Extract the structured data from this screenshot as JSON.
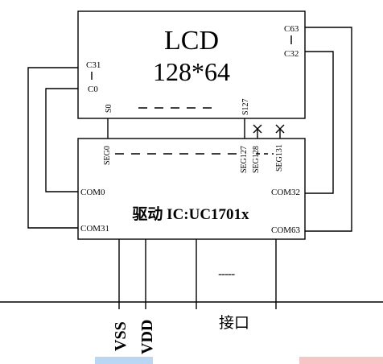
{
  "lcd": {
    "title": "LCD",
    "resolution": "128*64",
    "pin_c31": "C31",
    "pin_c0": "C0",
    "pin_c63": "C63",
    "pin_c32": "C32",
    "pin_s0": "S0",
    "pin_s127": "S127"
  },
  "driver": {
    "title": "驱动 IC:UC1701x",
    "pin_seg0": "SEG0",
    "pin_seg127": "SEG127",
    "pin_seg128": "SEG128",
    "pin_seg131": "SEG131",
    "pin_com0": "COM0",
    "pin_com31": "COM31",
    "pin_com32": "COM32",
    "pin_com63": "COM63"
  },
  "interface": {
    "label": "接口",
    "dots": "-----",
    "pin_vss": "VSS",
    "pin_vdd": "VDD"
  },
  "colors": {
    "line": "#000000",
    "accent_blue": "#b9d7f2",
    "accent_red": "#f6c6c6"
  }
}
